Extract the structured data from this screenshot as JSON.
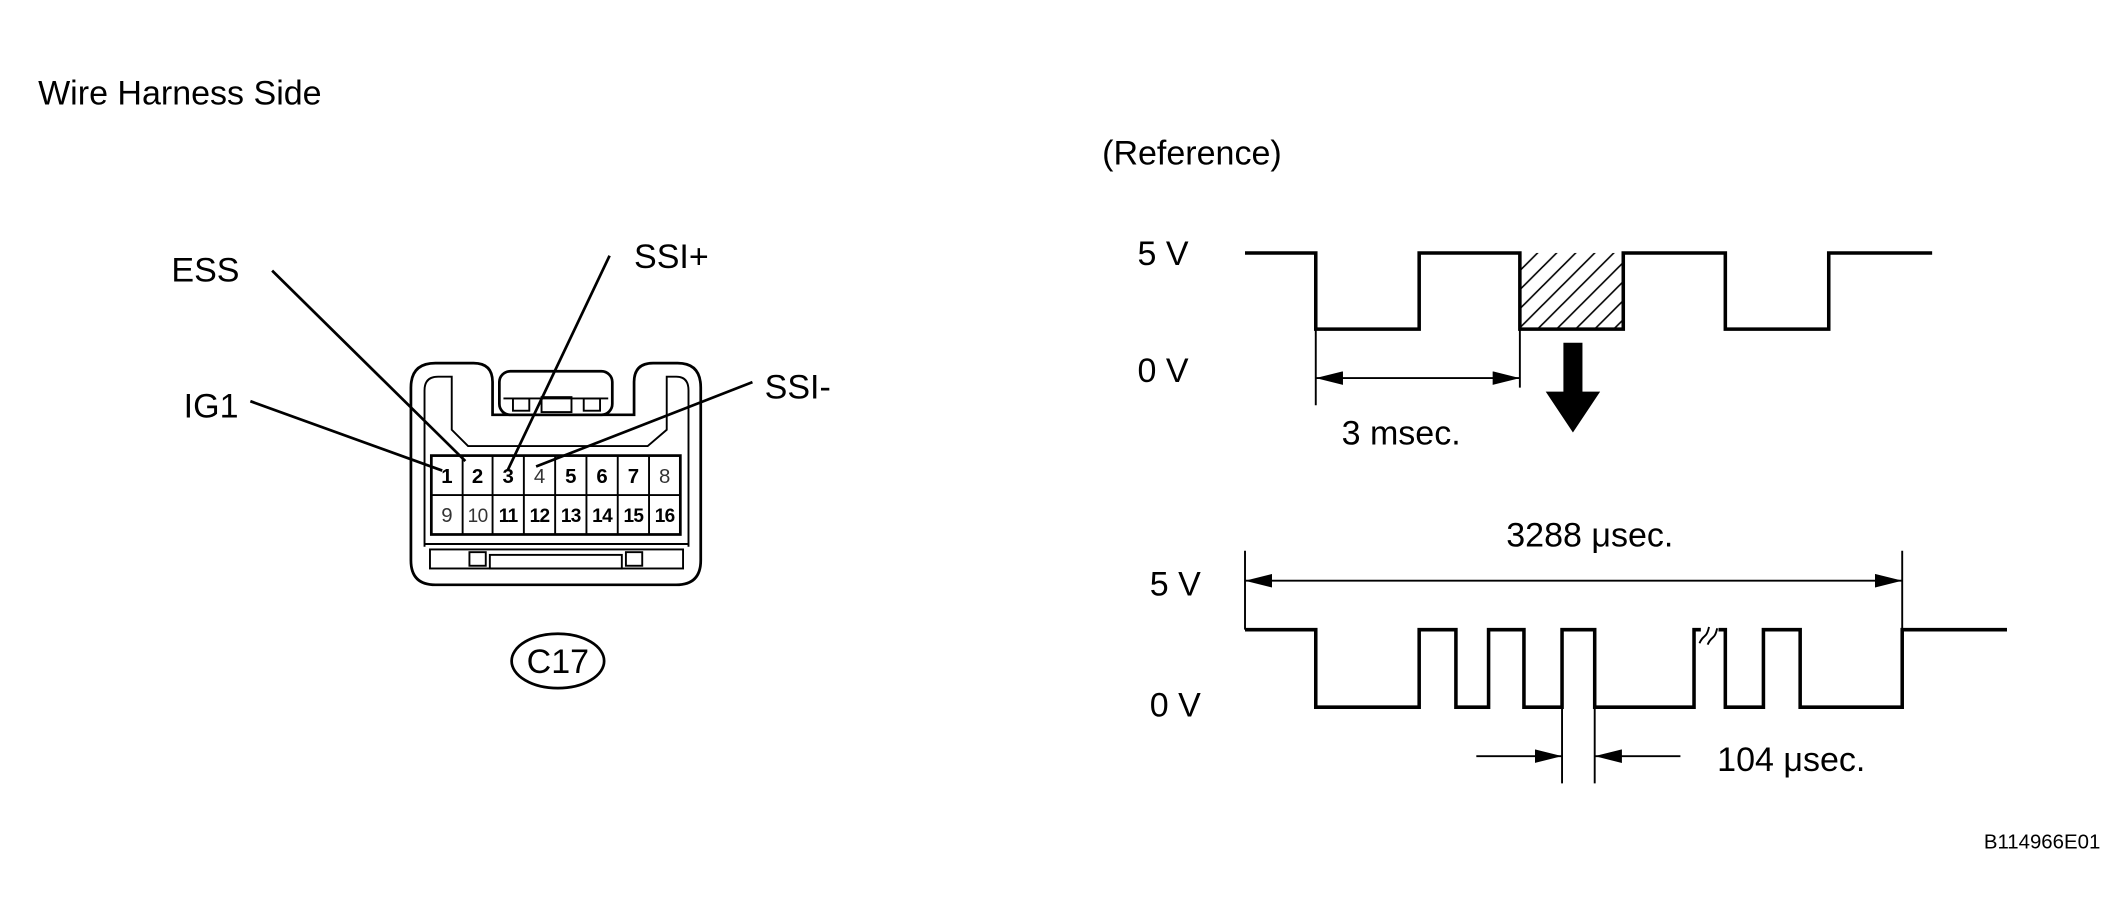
{
  "title": "Wire Harness Side",
  "connector": {
    "id": "C17",
    "leaders": {
      "ess": "ESS",
      "ssi_plus": "SSI+",
      "ig1": "IG1",
      "ssi_minus": "SSI-"
    },
    "pins": [
      "1",
      "2",
      "3",
      "4",
      "5",
      "6",
      "7",
      "8",
      "9",
      "10",
      "11",
      "12",
      "13",
      "14",
      "15",
      "16"
    ]
  },
  "waveform": {
    "reference_label": "(Reference)",
    "upper": {
      "high_label": "5 V",
      "low_label": "0 V",
      "period_label": "3 msec."
    },
    "lower": {
      "high_label": "5 V",
      "low_label": "0 V",
      "frame_label": "3288 μsec.",
      "bit_label": "104 μsec."
    }
  },
  "figure_code": "B114966E01"
}
